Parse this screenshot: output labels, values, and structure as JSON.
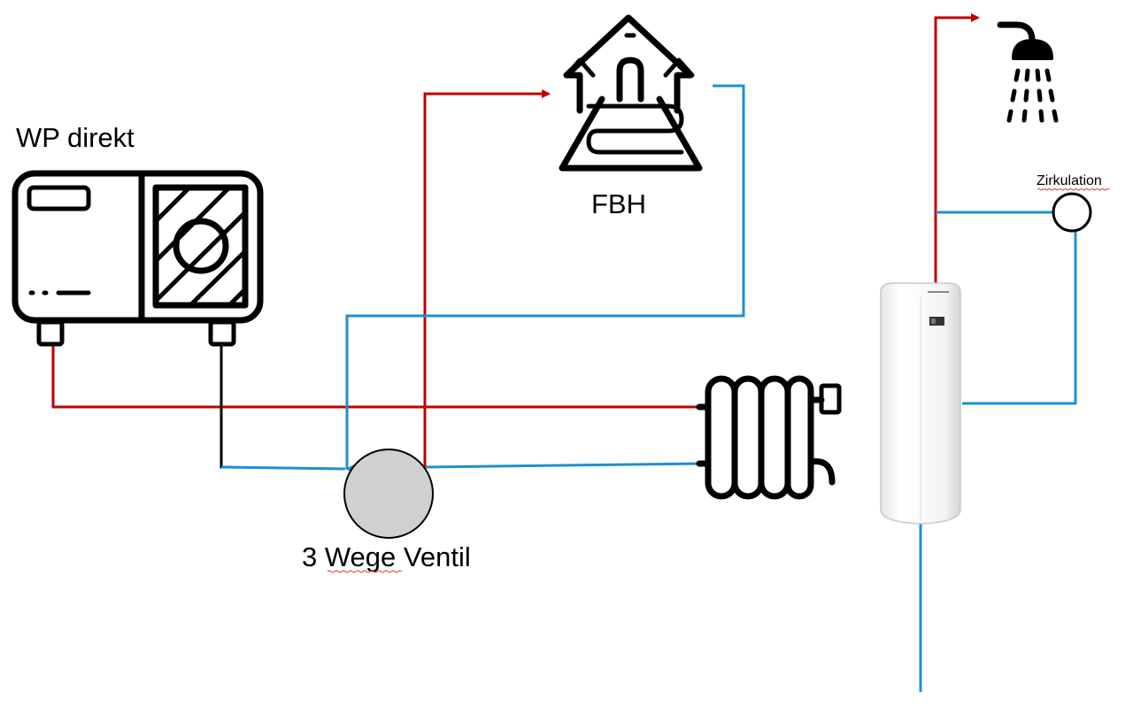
{
  "labels": {
    "heat_pump": "WP direkt",
    "floor_heating": "FBH",
    "valve": "3 Wege Ventil",
    "circulation": "Zirkulation"
  },
  "colors": {
    "supply_pipe": "#c00000",
    "return_pipe": "#1f8fd0",
    "neutral_pipe": "#000000",
    "valve_fill": "#d0d0d0",
    "tank_fill": "#ffffff"
  },
  "icons": [
    "heat-pump-icon",
    "floor-heating-house-icon",
    "shower-icon",
    "radiator-icon",
    "hot-water-tank-icon",
    "circulation-pump-icon",
    "three-way-valve-icon"
  ]
}
